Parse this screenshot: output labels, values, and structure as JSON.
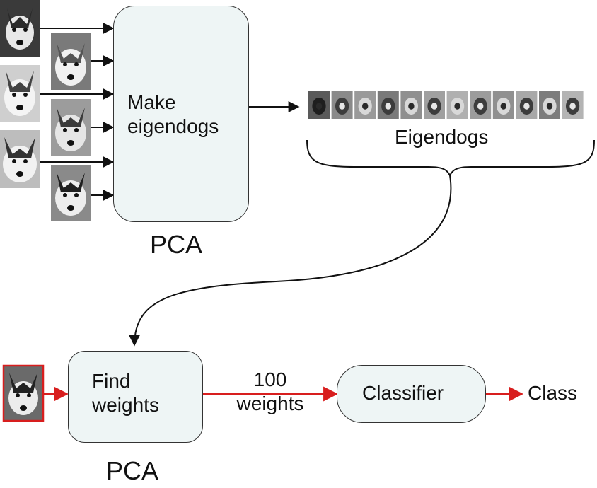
{
  "stage1": {
    "box_label": "Make\neigendogs",
    "caption": "PCA",
    "training_images": 6
  },
  "eigendogs": {
    "label": "Eigendogs",
    "count": 12
  },
  "stage2": {
    "box_label": "Find\nweights",
    "caption": "PCA",
    "edge_label": "100\nweights"
  },
  "classifier": {
    "label": "Classifier"
  },
  "output": {
    "label": "Class"
  },
  "colors": {
    "box_fill": "#eef5f5",
    "arrow_black": "#111111",
    "arrow_red": "#d81e1e"
  }
}
